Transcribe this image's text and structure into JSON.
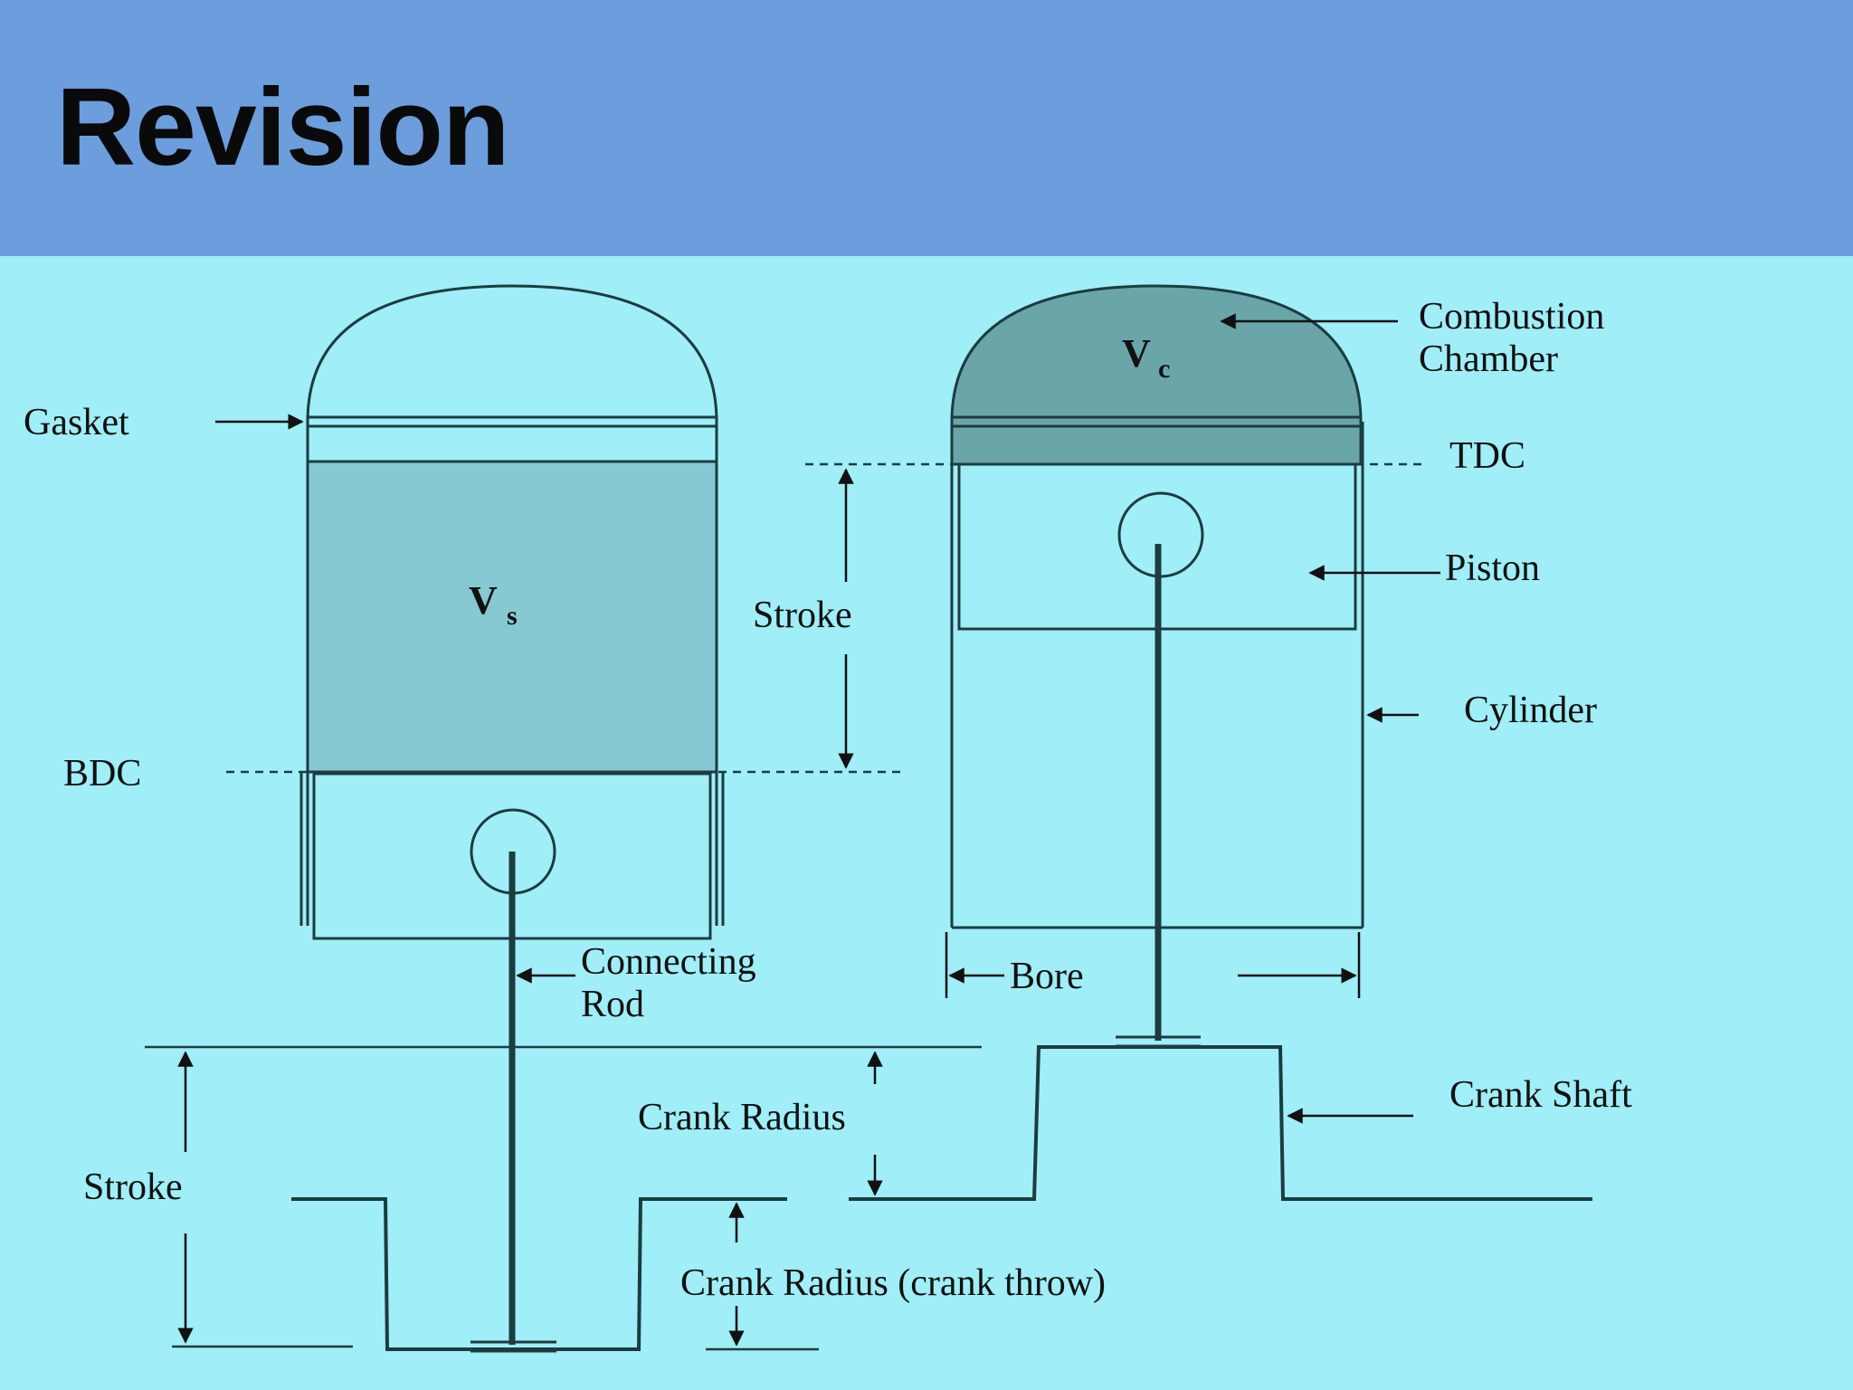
{
  "slide": {
    "title": "Revision"
  },
  "diagram": {
    "labels": {
      "gasket": "Gasket",
      "bdc": "BDC",
      "stroke_upper": "Stroke",
      "connecting_rod_line1": "Connecting",
      "connecting_rod_line2": "Rod",
      "combustion_line1": "Combustion",
      "combustion_line2": "Chamber",
      "tdc": "TDC",
      "piston": "Piston",
      "cylinder": "Cylinder",
      "bore": "Bore",
      "crank_radius_upper": "Crank Radius",
      "crank_shaft": "Crank Shaft",
      "stroke_lower": "Stroke",
      "crank_radius_lower": "Crank Radius (crank throw)"
    },
    "symbols": {
      "swept_volume": "V",
      "swept_volume_sub": "s",
      "clearance_volume": "V",
      "clearance_volume_sub": "c"
    },
    "colors": {
      "background": "#a0eef7",
      "header": "#6c9ddc",
      "swept_fill": "#86c9d2",
      "clearance_fill": "#6aa5a9",
      "stroke": "#1c3c40"
    }
  }
}
